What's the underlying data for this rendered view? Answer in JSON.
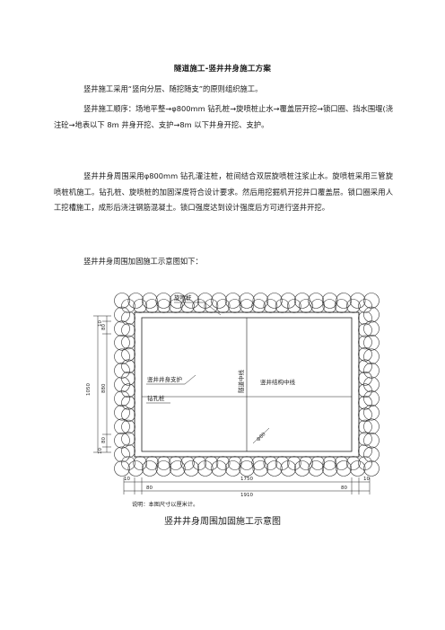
{
  "document": {
    "title": "隧道施工-竖井井身施工方案",
    "paragraphs": [
      "竖井施工采用“竖向分层、随挖随支”的原则组织施工。",
      "竖井施工顺序：场地平整→φ800mm 钻孔桩→旋喷桩止水→覆盖层开挖→锁口圈、挡水围堰(浇注砼→地表以下 8m 井身开挖、支护→8m 以下井身开挖、支护。",
      "竖井井身周围采用φ800mm 钻孔灌注桩，桩间结合双层旋喷桩注浆止水。旋喷桩采用三管旋喷桩机施工。钻孔桩、旋喷桩的加固深度符合设计要求。然后用挖掘机开挖井口覆盖层。锁口圈采用人工挖槽施工，成形后浇注钢筋混凝土。锁口强度达到设计强度后方可进行竖井开挖。",
      "竖井井身周围加固施工示意图如下："
    ]
  },
  "figure": {
    "labels": {
      "jet_pile": "旋喷桩",
      "support": "竖井井身支护",
      "bored_pile": "钻孔桩",
      "tunnel_center": "隧道中线",
      "shaft_center": "竖井结构中线",
      "dia": "Φ80"
    },
    "dims": {
      "left_10_top": "10",
      "left_80_top": "80",
      "left_1050": "1050",
      "left_880": "880",
      "left_80_bot": "80",
      "left_10_bot": "10",
      "bot_10_left": "10",
      "bot_1750": "1750",
      "bot_10_right": "10",
      "bot_80_left": "80",
      "bot_1910": "1910",
      "bot_80_right": "80"
    },
    "note": "说明：本图尺寸以厘米计。",
    "caption": "竖井井身周围加固施工示意图"
  }
}
